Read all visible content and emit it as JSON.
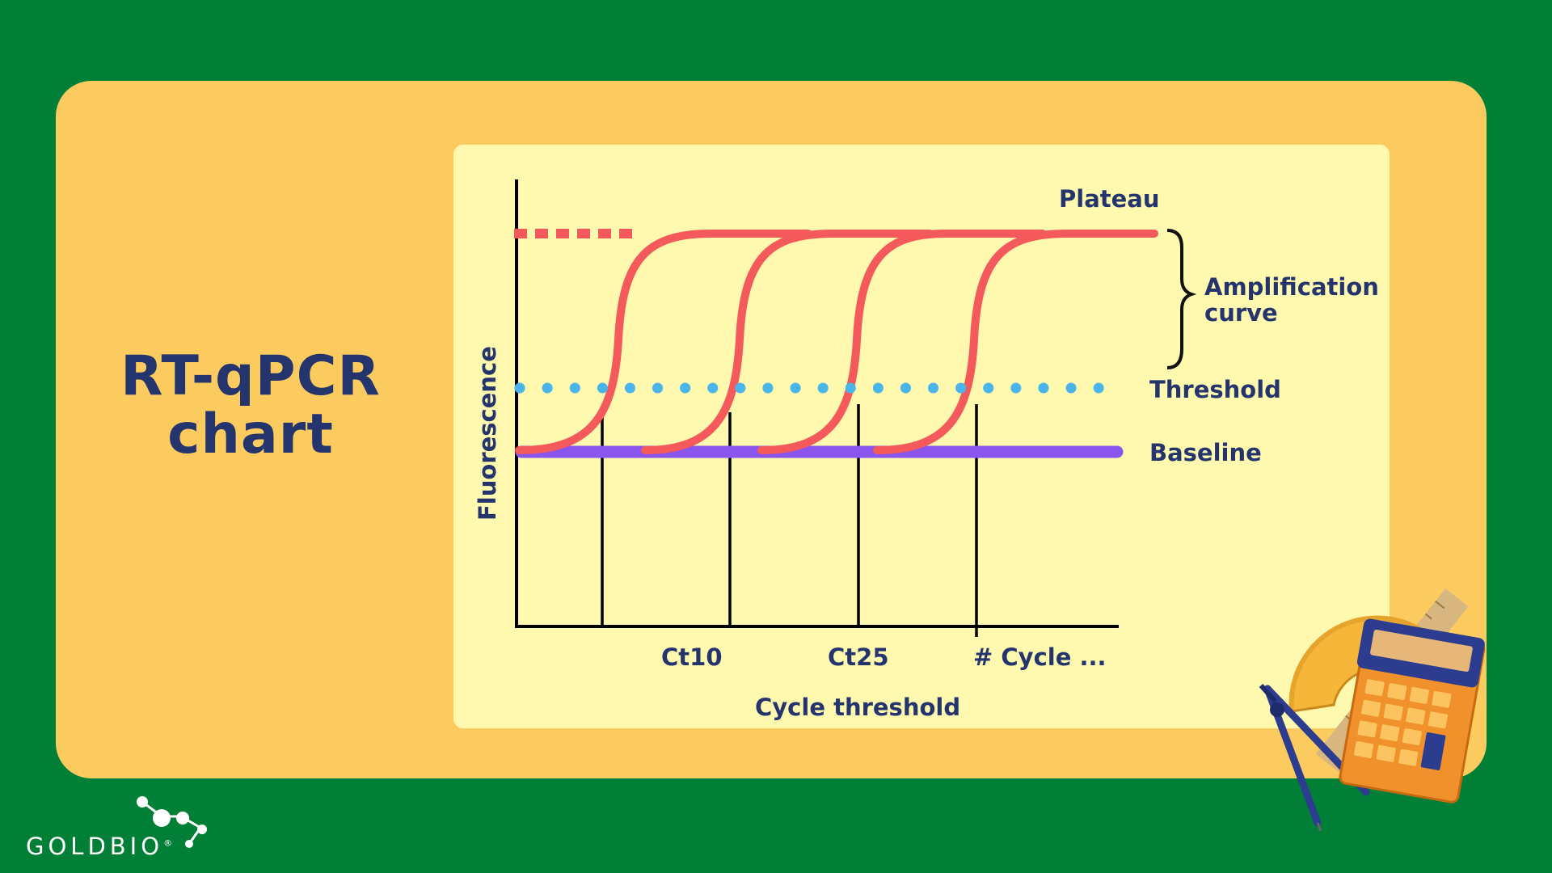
{
  "title": {
    "line1": "RT-qPCR",
    "line2": "chart"
  },
  "labels": {
    "plateau": "Plateau",
    "amplification_line1": "Amplification",
    "amplification_line2": "curve",
    "threshold": "Threshold",
    "baseline": "Baseline",
    "y_axis": "Fluorescence",
    "x_axis": "Cycle threshold",
    "tick_ct10": "Ct10",
    "tick_ct25": "Ct25",
    "tick_cycle": "# Cycle ..."
  },
  "logo": {
    "text": "GOLDBIO",
    "mark": "®"
  },
  "colors": {
    "background": "#017f36",
    "card": "#fbcb60",
    "panel": "#fff8af",
    "curve": "#f45a5b",
    "threshold": "#49b5ea",
    "baseline": "#8a55ee",
    "text": "#24346c"
  },
  "icons": [
    "molecule-logo-icon",
    "compass-icon",
    "protractor-icon",
    "ruler-icon",
    "calculator-icon",
    "curly-brace-icon"
  ]
}
